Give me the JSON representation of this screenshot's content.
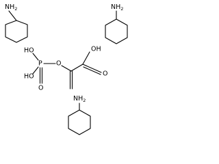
{
  "molecules": [
    {
      "name": "cyclohexylamine-1",
      "label": "NH2",
      "label_main": "NH",
      "label_sub": "2"
    },
    {
      "name": "cyclohexylamine-2",
      "label": "NH2",
      "label_main": "NH",
      "label_sub": "2"
    },
    {
      "name": "phosphoenolpyruvic-acid",
      "labels": {
        "ho_top": "HO",
        "ho_bottom": "HO",
        "p": "P",
        "o_ether": "O",
        "o_double_p": "O",
        "oh_carboxyl": "OH",
        "o_carbonyl": "O"
      }
    },
    {
      "name": "cyclohexylamine-3",
      "label": "NH2",
      "label_main": "NH",
      "label_sub": "2"
    }
  ]
}
